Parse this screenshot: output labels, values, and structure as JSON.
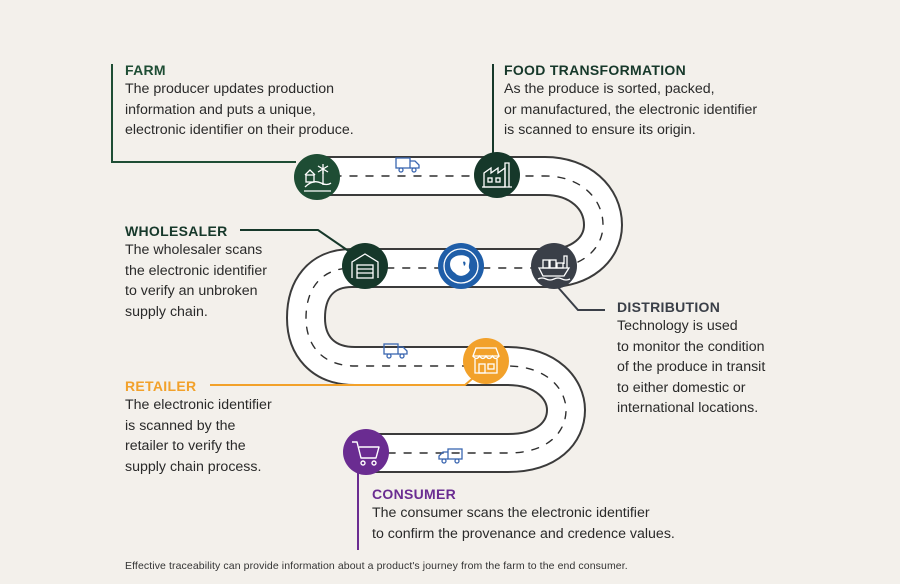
{
  "colors": {
    "background": "#f3f0eb",
    "green": "#1e4d34",
    "dark_green": "#16382a",
    "blue": "#1f5ea8",
    "charcoal": "#3a3f48",
    "orange": "#f2a12a",
    "purple": "#6a2c91",
    "road": "#ffffff",
    "road_edge": "#3b3b3b",
    "truck": "#3a66b0"
  },
  "stages": {
    "farm": {
      "title": "FARM",
      "text": "The producer updates production\ninformation and puts a unique,\nelectronic identifier on their produce.",
      "icon": "farm-icon"
    },
    "food_transformation": {
      "title": "FOOD TRANSFORMATION",
      "text": "As the produce is sorted, packed,\nor manufactured, the electronic identifier\nis scanned to ensure its origin.",
      "icon": "factory-icon"
    },
    "wholesaler": {
      "title": "WHOLESALER",
      "text": "The wholesaler scans\nthe electronic identifier\nto verify an unbroken\nsupply chain.",
      "icon": "warehouse-icon"
    },
    "distribution": {
      "title": "DISTRIBUTION",
      "text": "Technology is used\nto monitor the condition\nof the produce in transit\nto either domestic or\ninternational locations.",
      "icon": "ship-icon"
    },
    "retailer": {
      "title": "RETAILER",
      "text": "The electronic identifier\nis scanned by the\nretailer to verify the\nsupply chain process.",
      "icon": "storefront-icon"
    },
    "consumer": {
      "title": "CONSUMER",
      "text": "The consumer scans the electronic identifier\nto confirm the provenance and credence values.",
      "icon": "shopping-cart-icon"
    }
  },
  "globe_icon": "globe-icon",
  "truck_icon": "delivery-truck-icon",
  "footer": "Effective traceability can provide information about a product's journey from the farm to the end consumer."
}
